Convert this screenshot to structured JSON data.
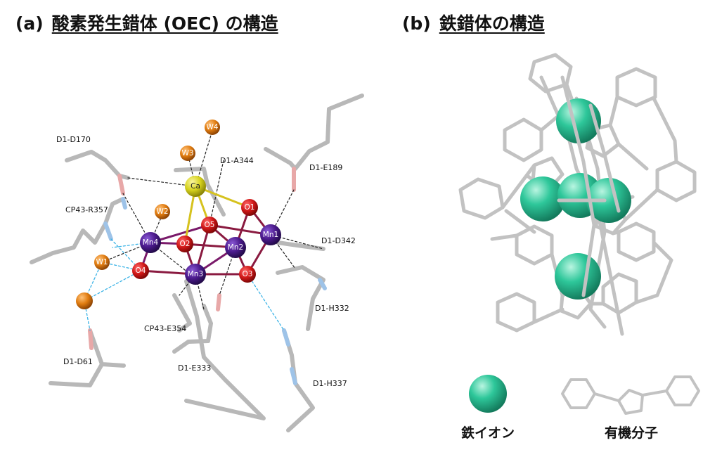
{
  "titles": {
    "panel_a_marker": "(a)",
    "panel_a_text": "酸素発生錯体 (OEC) の構造",
    "panel_b_marker": "(b)",
    "panel_b_text": "鉄錯体の構造"
  },
  "panel_a": {
    "residues": {
      "d1_d170": "D1-D170",
      "d1_a344": "D1-A344",
      "d1_e189": "D1-E189",
      "cp43_r357": "CP43-R357",
      "d1_d342": "D1-D342",
      "d1_h332": "D1-H332",
      "cp43_e354": "CP43-E354",
      "d1_e333": "D1-E333",
      "d1_d61": "D1-D61",
      "d1_h337": "D1-H337"
    },
    "atoms": {
      "ca": "Ca",
      "mn1": "Mn1",
      "mn2": "Mn2",
      "mn3": "Mn3",
      "mn4": "Mn4",
      "o1": "O1",
      "o2": "O2",
      "o3": "O3",
      "o4": "O4",
      "o5": "O5",
      "w1": "W1",
      "w2": "W2",
      "w3": "W3",
      "w4": "W4"
    },
    "colors": {
      "manganese": "#4b1a8c",
      "oxygen": "#d01818",
      "calcium": "#d6d21e",
      "water": "#e07c10",
      "carbon_bond": "#b5b5b5",
      "h_bond_water": "#3bb3e6"
    }
  },
  "panel_b": {
    "legend": {
      "iron_ion": "鉄イオン",
      "organic_molecule": "有機分子"
    },
    "colors": {
      "iron": "#2ec79a",
      "framework": "#c2c2c2"
    }
  }
}
